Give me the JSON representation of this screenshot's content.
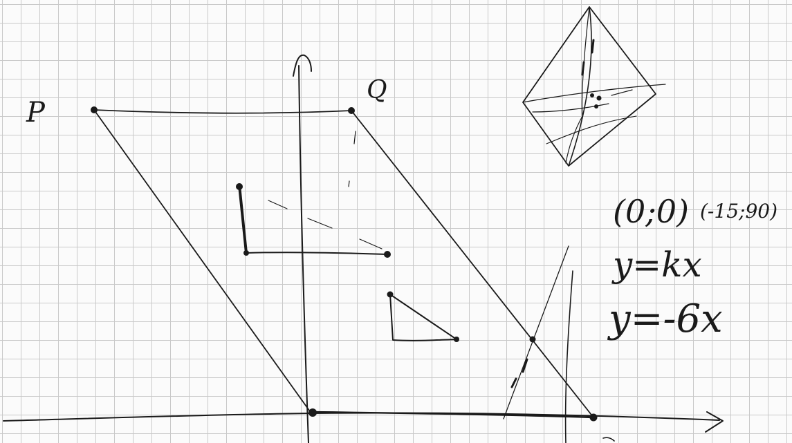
{
  "labels": {
    "p": "P",
    "q": "Q"
  },
  "notes": {
    "coords1": "(0;0)",
    "coords2": "(-15;90)",
    "eq1": "y=kx",
    "eq2": "y=-6x"
  },
  "colors": {
    "ink": "#1a1a1a",
    "grid": "#c9c9c9",
    "paper": "#fbfbfb"
  }
}
